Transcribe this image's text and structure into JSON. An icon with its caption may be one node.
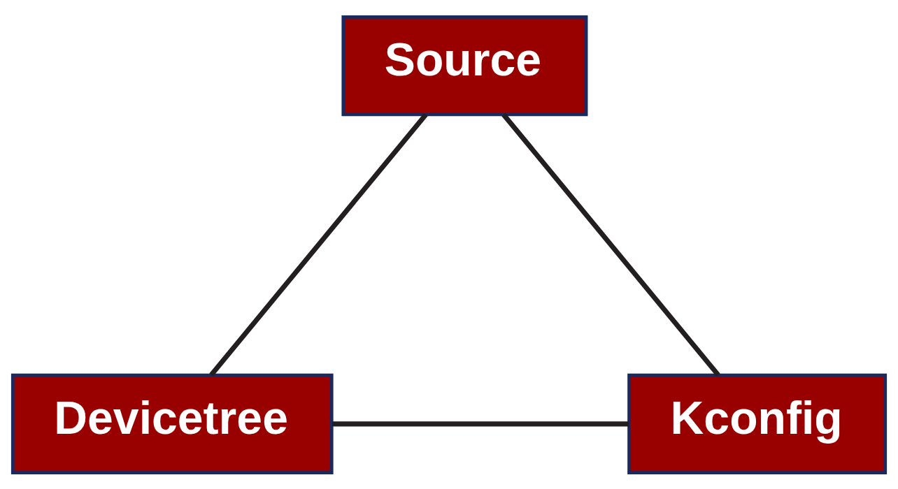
{
  "diagram": {
    "nodes": [
      {
        "text": [
          "Source"
        ]
      },
      {
        "text": [
          "Devicetree"
        ]
      },
      {
        "text": [
          "Kconfig"
        ]
      }
    ],
    "edges": [
      {
        "from": 0,
        "to": 1,
        "arrow": "none"
      },
      {
        "from": 0,
        "to": 2,
        "arrow": "none"
      },
      {
        "from": 1,
        "to": 2,
        "arrow": "none"
      }
    ]
  }
}
